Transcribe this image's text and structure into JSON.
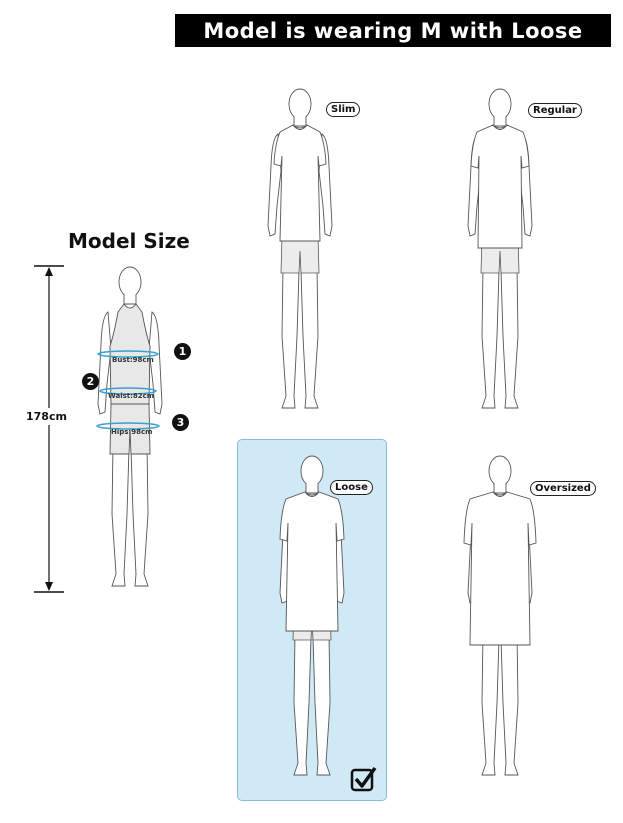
{
  "title": "Model is wearing M with Loose",
  "model_size": {
    "heading": "Model Size",
    "height": "178cm",
    "measurements": [
      {
        "number": "1",
        "label": "Bust:98cm"
      },
      {
        "number": "2",
        "label": "Waist:82cm"
      },
      {
        "number": "3",
        "label": "Hips:98cm"
      }
    ]
  },
  "fits": [
    {
      "label": "Slim",
      "selected": false
    },
    {
      "label": "Regular",
      "selected": false
    },
    {
      "label": "Loose",
      "selected": true
    },
    {
      "label": "Oversized",
      "selected": false
    }
  ],
  "colors": {
    "selected_bg": "#cfe9f5",
    "selected_border": "#8cbcd8",
    "measure_line": "#3aa0d0"
  }
}
